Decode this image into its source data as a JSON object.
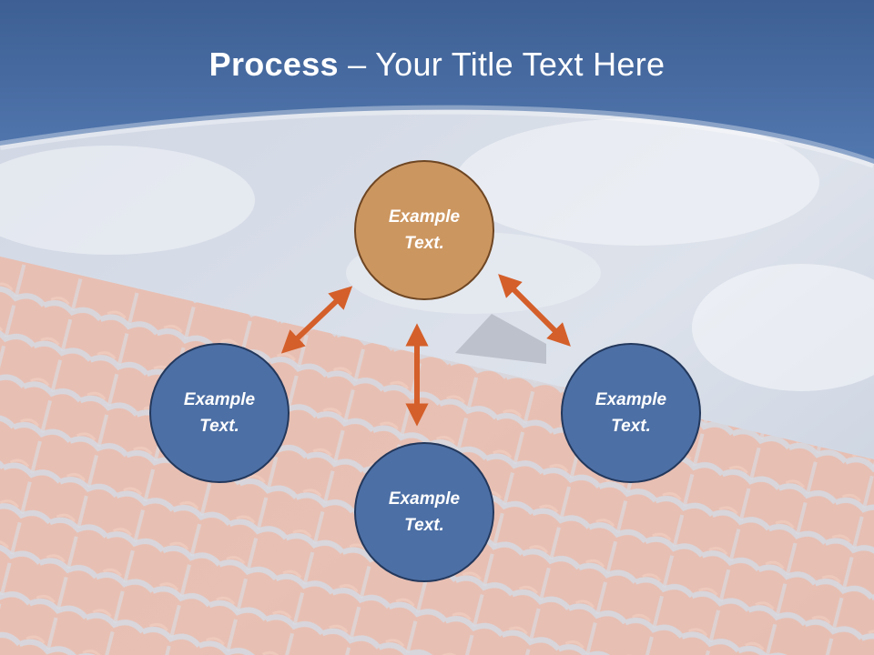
{
  "title": {
    "bold": "Process",
    "rest": " – Your Title Text Here"
  },
  "colors": {
    "header": "#4a6fa3",
    "sky": "#d7dde8",
    "roof": "#e0a590",
    "node_blue": "#4c6fa5",
    "node_orange": "#cc9660",
    "arrow": "#d45f2a"
  },
  "nodes": {
    "top": {
      "line1": "Example",
      "line2": "Text."
    },
    "left": {
      "line1": "Example",
      "line2": "Text."
    },
    "right": {
      "line1": "Example",
      "line2": "Text."
    },
    "bottom": {
      "line1": "Example",
      "line2": "Text."
    }
  }
}
